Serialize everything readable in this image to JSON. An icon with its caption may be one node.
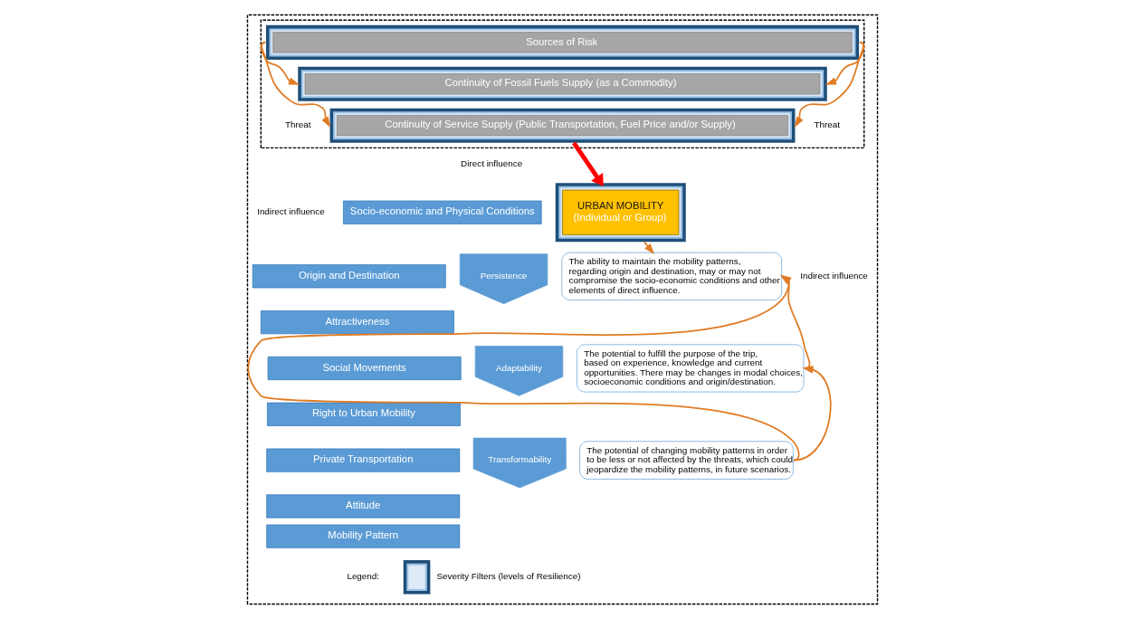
{
  "diagram": {
    "nodes": [
      {
        "text": [],
        "shape": "box"
      },
      {
        "text": [],
        "shape": "box",
        "in": 0
      },
      {
        "text": [
          "Sources of Risk"
        ],
        "in": 1
      },
      {
        "text": [
          "Continuity of Fossil Fuels Supply (as a Commodity)"
        ],
        "in": 1
      },
      {
        "text": [
          "Continuity of Service Supply (Public Transportation, Fuel Price and/or Supply)"
        ],
        "in": 1
      },
      {
        "text": [
          "Socio-economic and Physical Conditions"
        ],
        "in": 0
      },
      {
        "text": [
          "Origin and Destination"
        ],
        "in": 0
      },
      {
        "text": [
          "Attractiveness"
        ],
        "in": 0
      },
      {
        "text": [
          "Social Movements"
        ],
        "in": 0
      },
      {
        "text": [
          "Right to Urban Mobility"
        ],
        "in": 0
      },
      {
        "text": [
          "Private Transportation"
        ],
        "in": 0
      },
      {
        "text": [
          "Attitude"
        ],
        "in": 0
      },
      {
        "text": [
          "Mobility Pattern"
        ],
        "in": 0
      },
      {
        "text": [
          "URBAN MOBILITY",
          "(Individual or Group)"
        ],
        "in": 0
      },
      {
        "text": [
          "Persistence"
        ],
        "in": 0
      },
      {
        "text": [
          "The ability to maintain the mobility patterns, regarding origin and destination, may or may not compromise the socio-economic conditions and other elements of direct influence."
        ],
        "in": 0
      },
      {
        "text": [
          "Adaptability"
        ],
        "in": 0
      },
      {
        "text": [
          "The potential to fulfill the purpose of the trip, based on experience, knowledge and current opportunities. There may be changes in modal choices, socioeconomic conditions and origin/destination."
        ],
        "in": 0
      },
      {
        "text": [
          "Transformability"
        ],
        "in": 0
      },
      {
        "text": [
          "The potential of changing mobility patterns in order to be less or not affected by the threats, which could jeopardize the mobility patterns, in future scenarios."
        ],
        "in": 0
      }
    ],
    "edges": [
      {
        "from": 2,
        "to": 3,
        "arrow": "to"
      },
      {
        "from": 2,
        "to": 4,
        "arrow": "to"
      },
      {
        "from": 2,
        "to": 3,
        "arrow": "to"
      },
      {
        "from": 2,
        "to": 4,
        "arrow": "to"
      },
      {
        "from": 4,
        "to": 13,
        "arrow": "to",
        "style": "thick",
        "color": "#ff0000"
      },
      {
        "from": 13,
        "to": 15,
        "arrow": "to"
      },
      {
        "from": 17,
        "to": 15,
        "arrow": "to"
      },
      {
        "from": 19,
        "to": 15,
        "arrow": "to"
      },
      {
        "from": 19,
        "to": 17,
        "arrow": "to"
      }
    ],
    "labels": [
      "Threat",
      "Threat",
      "Direct influence",
      "Indirect influence",
      "Indirect influence",
      "Legend:"
    ],
    "legend": [
      {
        "text": "Severity Filters (levels of Resilience)"
      }
    ]
  }
}
